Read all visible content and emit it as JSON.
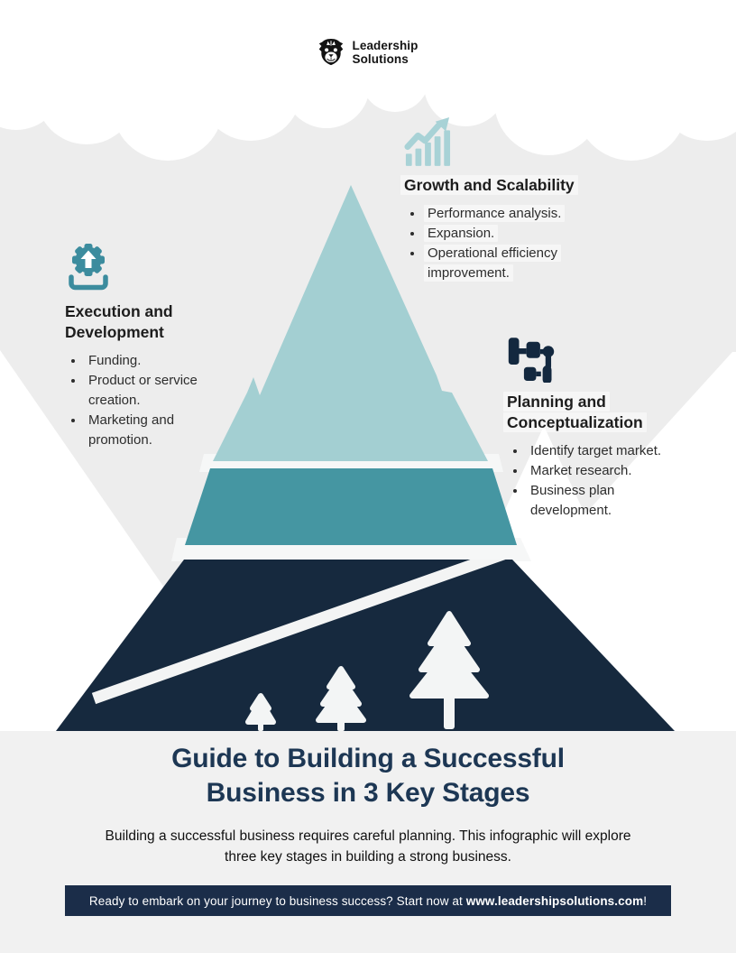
{
  "brand": {
    "line1": "Leadership",
    "line2": "Solutions"
  },
  "stages": [
    {
      "title": "Growth and Scalability",
      "icon": "growth-chart-icon",
      "bullets": [
        "Performance analysis.",
        "Expansion.",
        "Operational efficiency improvement."
      ]
    },
    {
      "title": "Execution and Development",
      "icon": "gear-launch-icon",
      "bullets": [
        "Funding.",
        "Product or service creation.",
        "Marketing and promotion."
      ]
    },
    {
      "title": "Planning and Conceptualization",
      "icon": "workflow-icon",
      "bullets": [
        "Identify target market.",
        "Market research.",
        "Business plan development."
      ]
    }
  ],
  "title": {
    "line1": "Guide to Building a Successful",
    "line2": "Business in 3 Key Stages"
  },
  "intro": "Building a successful business requires careful planning. This infographic will explore three key stages in building a strong business.",
  "footer": {
    "prefix": "Ready to embark on your journey to business success? Start now at ",
    "domain": "www.leadershipsolutions.com",
    "suffix": "!"
  },
  "colors": {
    "background_gray": "#ededed",
    "bottom_band": "#f1f1f1",
    "peak_light_teal": "#a3cfd2",
    "middle_teal": "#4596a2",
    "base_navy": "#16293e",
    "footer_navy": "#1b2d49",
    "title_navy": "#1d3754",
    "gear_teal": "#3c8c9e",
    "chart_icon_teal": "#a8d2d6",
    "workflow_icon_navy": "#13283f"
  }
}
